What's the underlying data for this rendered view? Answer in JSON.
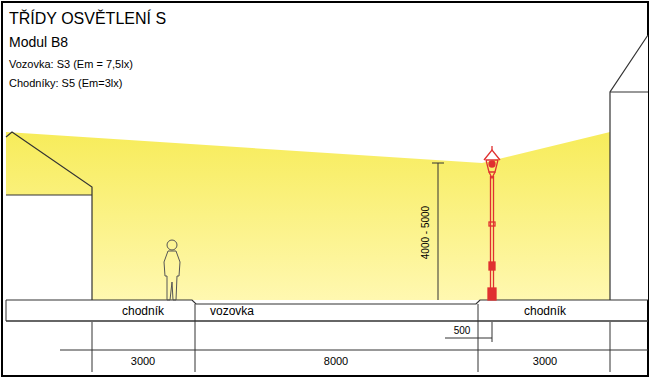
{
  "diagram": {
    "title": "TŘÍDY OSVĚTLENÍ S",
    "labels": [
      "Modul B8",
      "Vozovka: S3 (Em = 7,5lx)",
      "Chodníky: S5 (Em=3lx)",
      "chodník",
      "vozovka",
      "chodník",
      "4000 - 5000",
      "500",
      "3000",
      "8000",
      "3000"
    ]
  }
}
